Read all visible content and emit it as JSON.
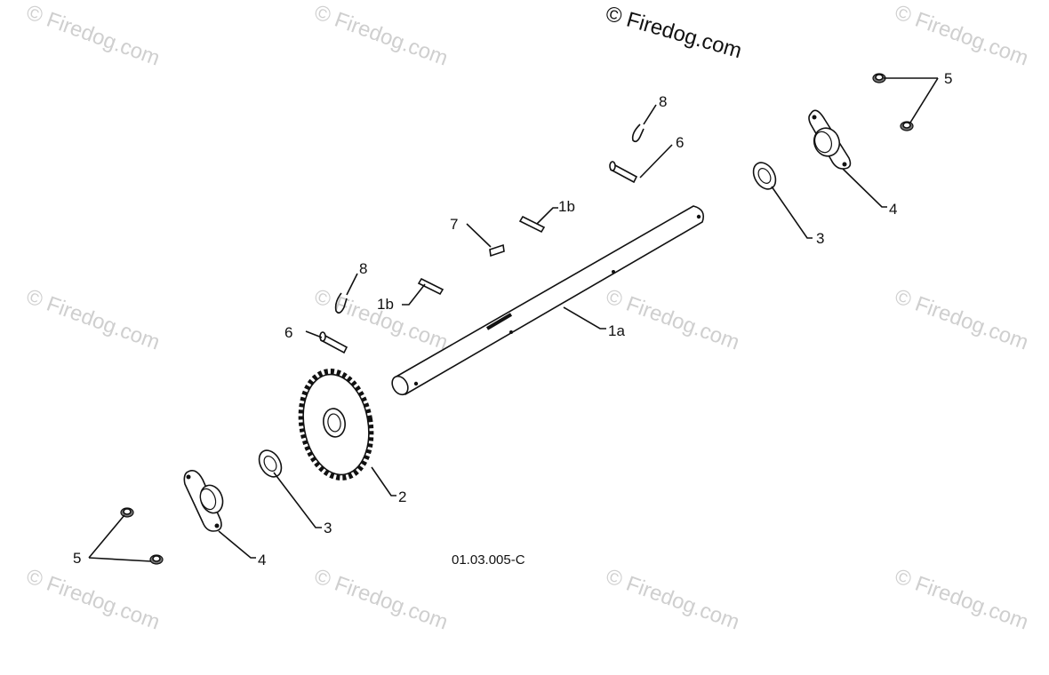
{
  "watermark": {
    "text": "© Firedog.com",
    "brand_text": "© Firedog.com"
  },
  "drawing_code": "01.03.005-C",
  "callouts": {
    "c1a": "1a",
    "c1b_upper": "1b",
    "c1b_lower": "1b",
    "c2": "2",
    "c3_upper": "3",
    "c3_lower": "3",
    "c4_upper": "4",
    "c4_lower": "4",
    "c5_upper": "5",
    "c5_lower": "5",
    "c6_upper": "6",
    "c6_lower": "6",
    "c7": "7",
    "c8_upper": "8",
    "c8_lower": "8"
  }
}
